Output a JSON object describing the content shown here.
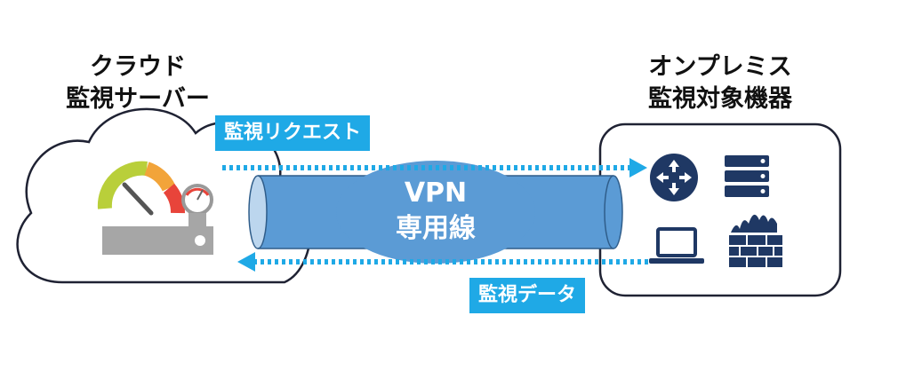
{
  "cloud": {
    "title_line1": "クラウド",
    "title_line2": "監視サーバー"
  },
  "onprem": {
    "title_line1": "オンプレミス",
    "title_line2": "監視対象機器"
  },
  "tunnel": {
    "line1": "VPN",
    "line2": "専用線"
  },
  "request_label": "監視リクエスト",
  "data_label": "監視データ",
  "colors": {
    "tag": "#1fa9e6",
    "tube": "#5b9bd5",
    "arrow": "#1fa9e6",
    "device": "#1f3864"
  },
  "icons": [
    "cloud-icon",
    "gauge-icon",
    "server-rack-icon",
    "router-icon",
    "server-icon",
    "laptop-icon",
    "firewall-icon"
  ]
}
